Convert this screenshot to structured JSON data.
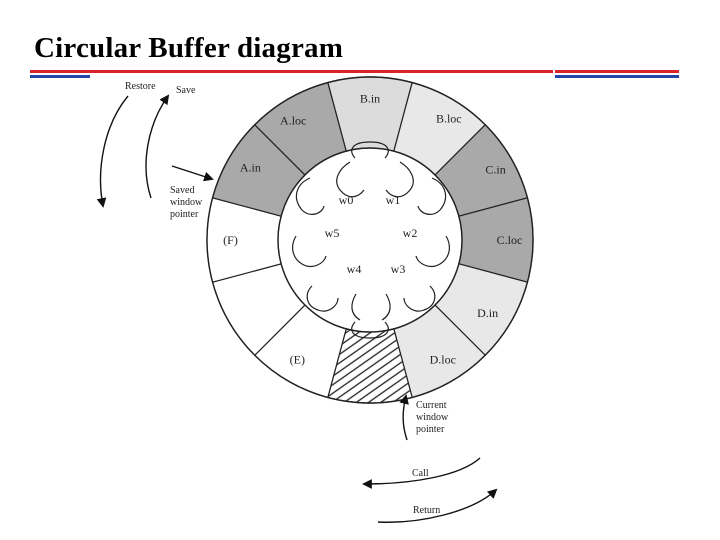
{
  "slide": {
    "title": "Circular Buffer diagram",
    "rule_colors": {
      "red": "#d8232a",
      "blue": "#2344a8"
    }
  },
  "ring": {
    "segments": [
      {
        "label": "B.in",
        "fill": "#dcdcdc"
      },
      {
        "label": "B.loc",
        "fill": "#e8e8e8"
      },
      {
        "label": "C.in",
        "fill": "#a9a9a9"
      },
      {
        "label": "C.loc",
        "fill": "#a9a9a9"
      },
      {
        "label": "D.in",
        "fill": "#e8e8e8"
      },
      {
        "label": "D.loc",
        "fill": "#e8e8e8"
      },
      {
        "label": "",
        "fill": "hatched"
      },
      {
        "label": "(E)",
        "fill": "#ffffff"
      },
      {
        "label": "",
        "fill": "#ffffff"
      },
      {
        "label": "(F)",
        "fill": "#ffffff"
      },
      {
        "label": "A.in",
        "fill": "#a9a9a9"
      },
      {
        "label": "A.loc",
        "fill": "#a9a9a9"
      }
    ],
    "windows": [
      "w0",
      "w1",
      "w2",
      "w3",
      "w4",
      "w5"
    ]
  },
  "annotations": {
    "restore": "Restore",
    "save": "Save",
    "saved_pointer": [
      "Saved",
      "window",
      "pointer"
    ],
    "current_pointer": [
      "Current",
      "window",
      "pointer"
    ],
    "call": "Call",
    "return": "Return"
  }
}
